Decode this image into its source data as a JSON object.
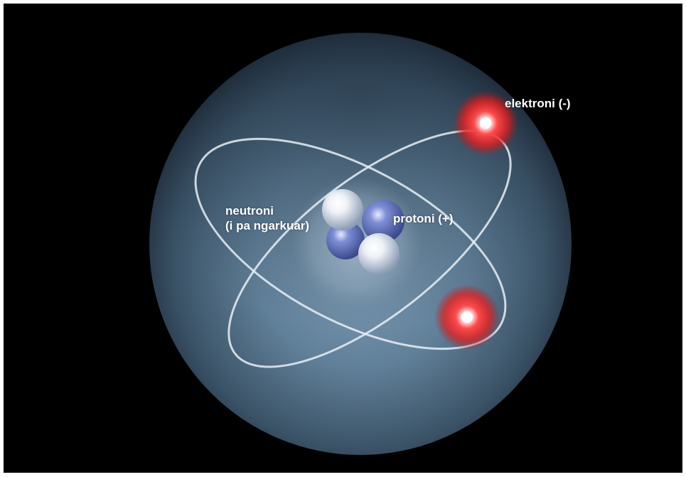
{
  "labels": {
    "electron": "elektroni (-)",
    "proton": "protoni (+)",
    "neutron_line1": "neutroni",
    "neutron_line2": "(i pa ngarkuar)"
  },
  "colors": {
    "background": "#000000",
    "sphere": "#6f8fa8",
    "electron_glow": "#ff2a2a",
    "orbit": "#e8eef4",
    "label_text": "#ffffff"
  },
  "particles": {
    "electrons": 2,
    "protons": 2,
    "neutrons": 2
  }
}
